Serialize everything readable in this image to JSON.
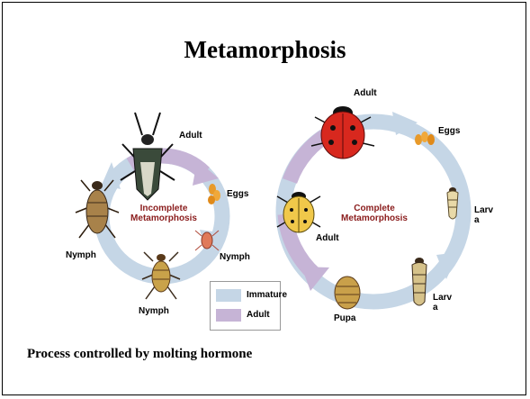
{
  "title": "Metamorphosis",
  "footer": "Process controlled by molting hormone",
  "colors": {
    "immature": "#c5d6e6",
    "adult": "#c6b4d6",
    "center_label": "#8a1c1c"
  },
  "incomplete_cycle": {
    "center_label_line1": "Incomplete",
    "center_label_line2": "Metamorphosis",
    "stages": {
      "adult": "Adult",
      "eggs": "Eggs",
      "nymph_right": "Nymph",
      "nymph_bottom": "Nymph",
      "nymph_left": "Nymph"
    }
  },
  "complete_cycle": {
    "center_label_line1": "Complete",
    "center_label_line2": "Metamorphosis",
    "stages": {
      "adult_top": "Adult",
      "eggs": "Eggs",
      "larva_1_line1": "Larv",
      "larva_1_line2": "a",
      "larva_2_line1": "Larv",
      "larva_2_line2": "a",
      "pupa": "Pupa",
      "adult_left": "Adult"
    }
  },
  "legend": {
    "immature": "Immature",
    "adult": "Adult"
  }
}
